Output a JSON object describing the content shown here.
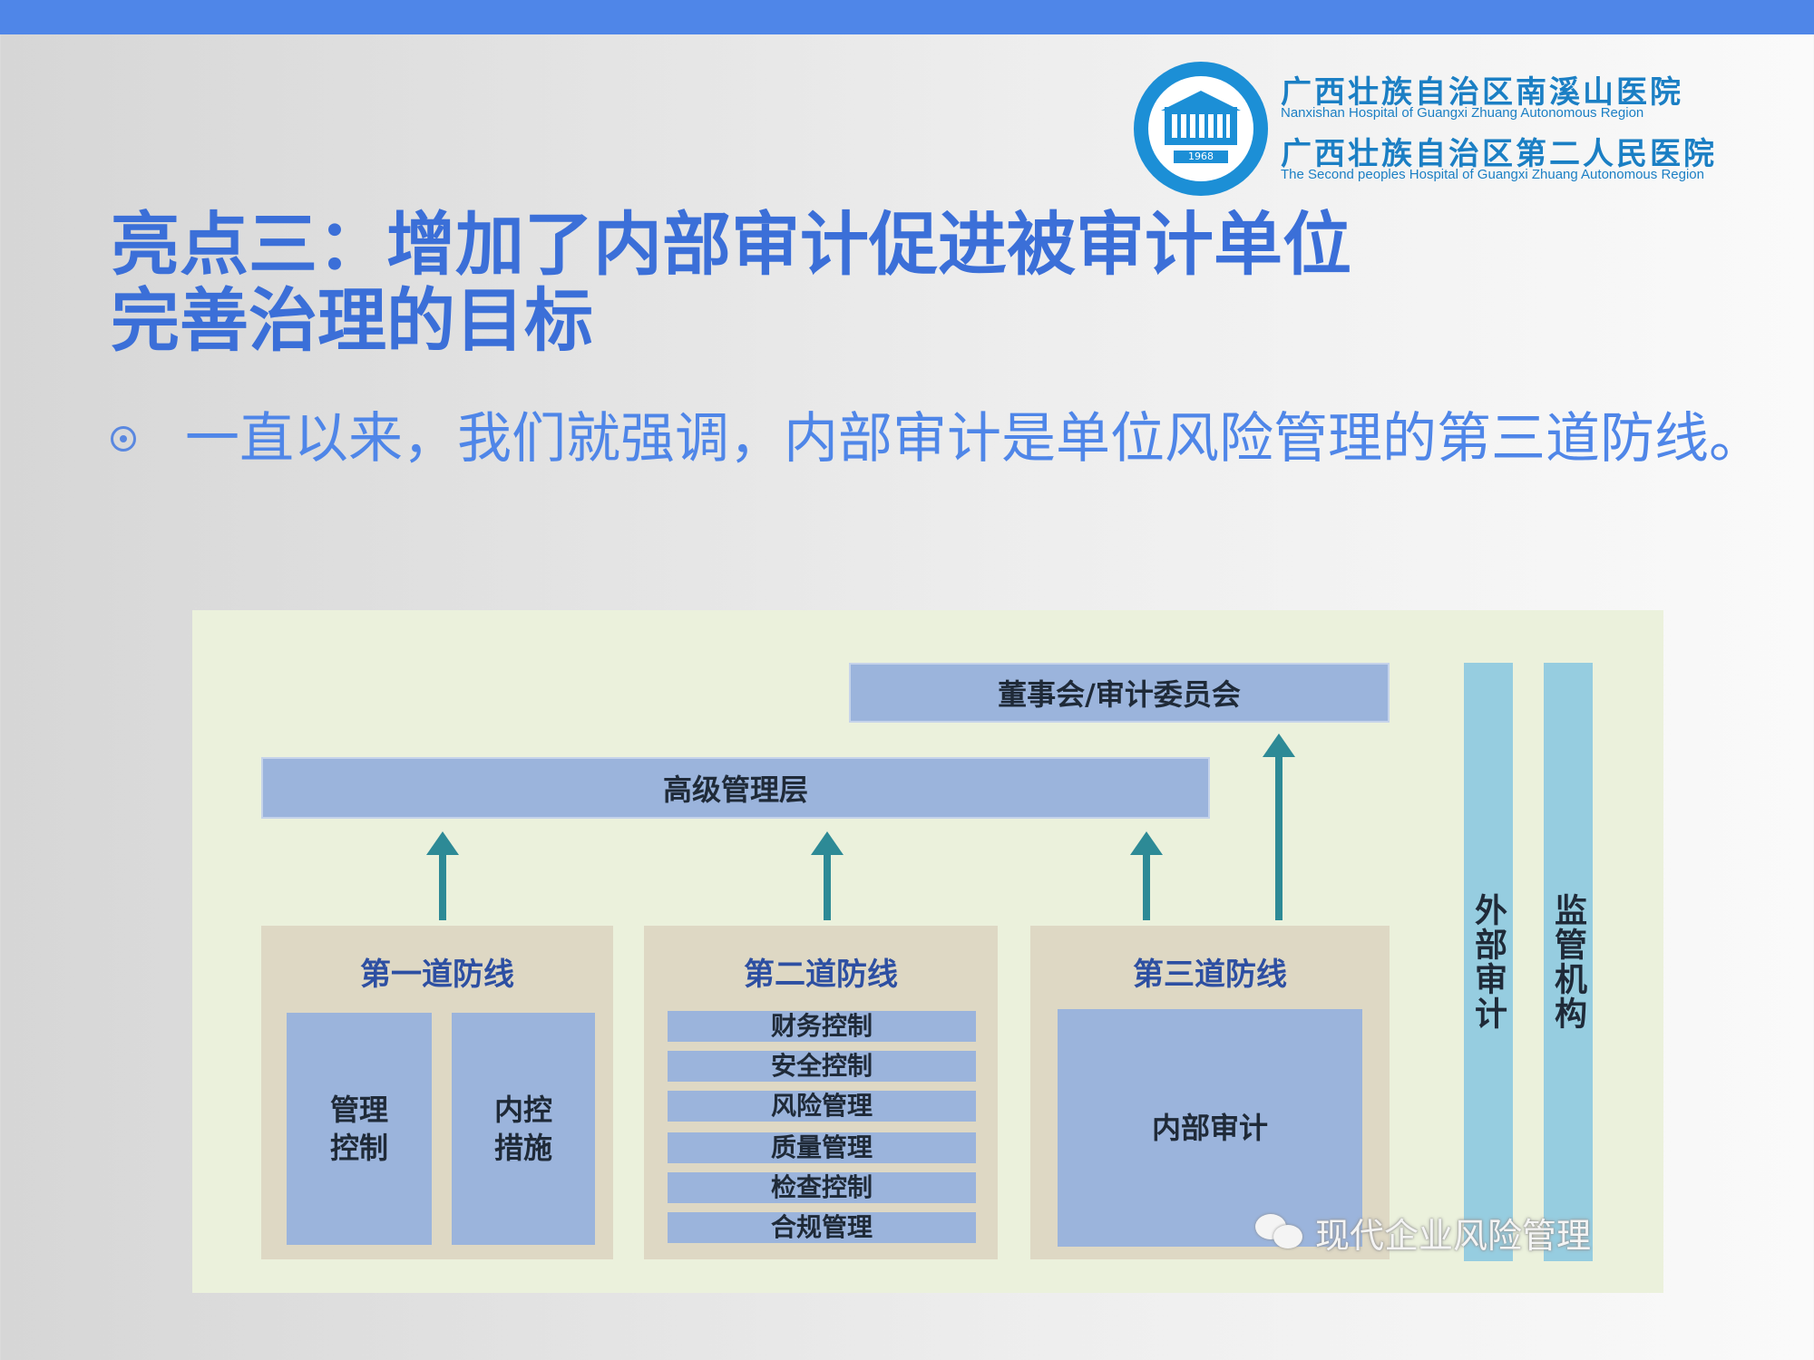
{
  "logo": {
    "hospital_name_cn": "广西壮族自治区南溪山医院",
    "hospital_name_en": "Nanxishan Hospital of Guangxi Zhuang Autonomous Region",
    "second_name_cn": "广西壮族自治区第二人民医院",
    "second_name_en": "The Second peoples Hospital of Guangxi Zhuang Autonomous Region",
    "seal_year": "1968"
  },
  "title": {
    "line1": "亮点三：增加了内部审计促进被审计单位",
    "line2": "完善治理的目标"
  },
  "bullet": {
    "text": "一直以来，我们就强调，内部审计是单位风险管理的第三道防线。"
  },
  "diagram": {
    "board": "董事会/审计委员会",
    "senior_management": "高级管理层",
    "external_audit": "外部审计",
    "regulator": "监管机构",
    "line1": {
      "label": "第一道防线",
      "box_a": "管理控制",
      "box_b": "内控措施"
    },
    "line2": {
      "label": "第二道防线",
      "items": [
        "财务控制",
        "安全控制",
        "风险管理",
        "质量管理",
        "检查控制",
        "合规管理"
      ]
    },
    "line3": {
      "label": "第三道防线",
      "box": "内部审计"
    },
    "watermark": "现代企业风险管理"
  },
  "colors": {
    "top_bar": "#4f86e8",
    "title": "#3b6fd8",
    "bullet_text": "#4f86e8",
    "diagram_bg": "#ebf1dc",
    "bar_blue": "#9bb4dc",
    "vertical_bar": "#96cde0",
    "panel": "#ded8c4",
    "arrow": "#2d8a96",
    "line_label": "#2d4fa2"
  }
}
